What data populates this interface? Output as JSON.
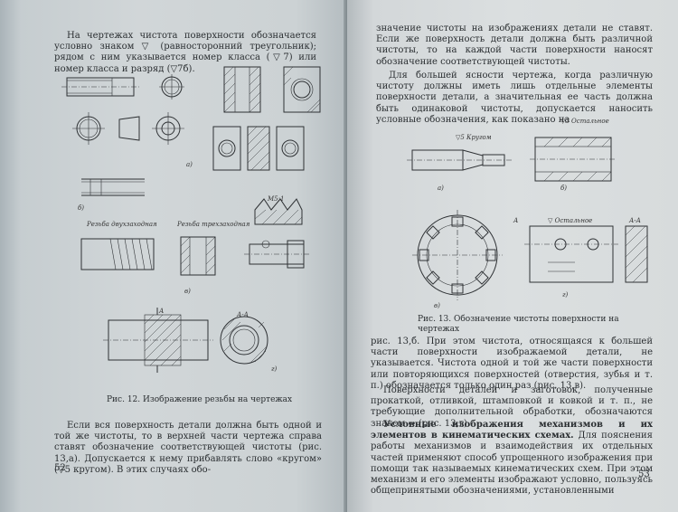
{
  "left_page": {
    "intro_paragraph": "На чертежах чистота поверхности обозначается условно знаком ▽ (равносторонний треугольник); рядом с ним указывается номер класса (▽7) или номер класса и разряд (▽7б).",
    "figure_caption": "Рис. 12. Изображение резьбы на чертежах",
    "fig_labels": {
      "a": "а)",
      "b": "б)",
      "v": "в)",
      "g": "г)",
      "thread_two_start": "Резьба двухзаходная",
      "thread_three_start": "Резьба трехзаходная",
      "m": "М5:1",
      "section_a": "А",
      "section_aa": "А-А"
    },
    "bottom_paragraph": "Если вся поверхность детали должна быть одной и той же чистоты, то в верхней части чертежа справа ставят обозначение соответствующей чистоты (рис. 13,а). Допускается к нему прибавлять слово «кругом» (▽5 кругом). В этих случаях обо-",
    "page_number": "52"
  },
  "right_page": {
    "top_paragraph": "значение чистоты на изображениях детали не ставят. Если же поверхность детали должна быть различной чистоты, то на каждой части поверхности наносят обозначение соответствующей чистоты.",
    "second_paragraph": "Для большей ясности чертежа, когда различную чистоту должны иметь лишь отдельные элементы поверхности детали, а значительная ее часть должна быть одинаковой чистоты, допускается наносить условные обозначения, как показано на",
    "figure_caption": "Рис. 13. Обозначение чистоты поверхности на чертежах",
    "fig_labels": {
      "krugom": "▽5 Кругом",
      "ostalnoe_1": "▽3 Остальное",
      "ostalnoe_2": "▽ Остальное",
      "a": "а)",
      "b": "б)",
      "v": "в)",
      "g": "г)",
      "section_a": "А",
      "section_aa": "А-А"
    },
    "paragraph_13b": "рис. 13,б. При этом чистота, относящаяся к большей части поверхности изображаемой детали, не указывается. Чистота одной и той же части поверхности или повторяющихся поверхностей (отверстия, зубья и т. п.) обозначается только один раз (рис. 13,в).",
    "paragraph_blanks": "Поверхности деталей и заготовок, полученные прокаткой, отливкой, штамповкой и ковкой и т. п., не требующие дополнительной обработки, обозначаются знаком ∾ (рис. 13,г).",
    "heading_kinematic": "Условные изображения механизмов и их элементов в кинематических схемах.",
    "paragraph_kinematic": "Для пояснения работы механизмов и взаимодействия их отдельных частей применяют способ упрощенного изображения при помощи так называемых кинематических схем. При этом механизм и его элементы изображают условно, пользуясь общепринятыми обозначениями, установленными",
    "page_number": "53"
  }
}
